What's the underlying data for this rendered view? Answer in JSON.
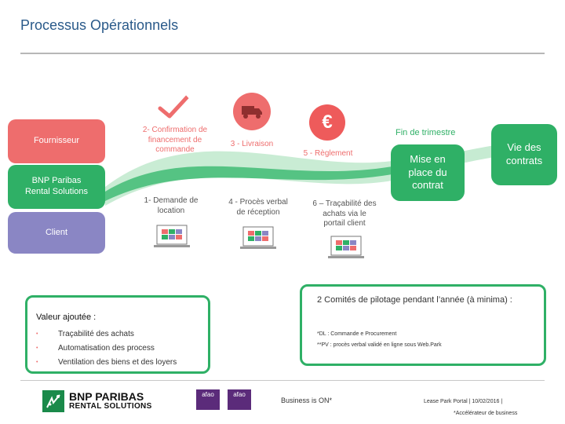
{
  "header": {
    "title": "Processus Opérationnels"
  },
  "actors": {
    "fournisseur": "Fournisseur",
    "bnp": "BNP Paribas\nRental Solutions",
    "client": "Client"
  },
  "steps": {
    "s1": "1- Demande de\nlocation",
    "s2": "2- Confirmation de\nfinancement de\ncommande",
    "s3": "3 - Livraison",
    "s4": "4 - Procès verbal\nde réception",
    "s5": "5 - Règlement",
    "s6": "6 – Traçabilité des\nachats via le\nportail client"
  },
  "milestones": {
    "fin_trimestre": "Fin de trimestre",
    "mise_en_place": "Mise en\nplace du\ncontrat",
    "vie_contrats": "Vie des\ncontrats"
  },
  "icons": {
    "check": "check-icon",
    "truck": "truck-icon",
    "euro": "€"
  },
  "comites": "2 Comités de pilotage pendant l’année (à minima) :",
  "valeur": {
    "title": "Valeur ajoutée :",
    "bullet": "•",
    "items": [
      "Traçabilité des achats",
      "Automatisation des process",
      "Ventilation des biens et des loyers"
    ]
  },
  "notes": [
    "*DL : Commande e Procurement",
    "**PV : procès verbal validé en ligne sous Web.Park"
  ],
  "footer": {
    "logo_line1": "BNP PARIBAS",
    "logo_line2": "RENTAL SOLUTIONS",
    "afao": "afao",
    "business": "Business is ON*",
    "leasepark": "Lease Park Portal | 10/02/2016 |",
    "accelerateur": "*Accélérateur de business"
  },
  "colors": {
    "red": "#ee6d6d",
    "green": "#2fb066",
    "purple": "#8a86c4",
    "title_blue": "#2a5a8a"
  }
}
